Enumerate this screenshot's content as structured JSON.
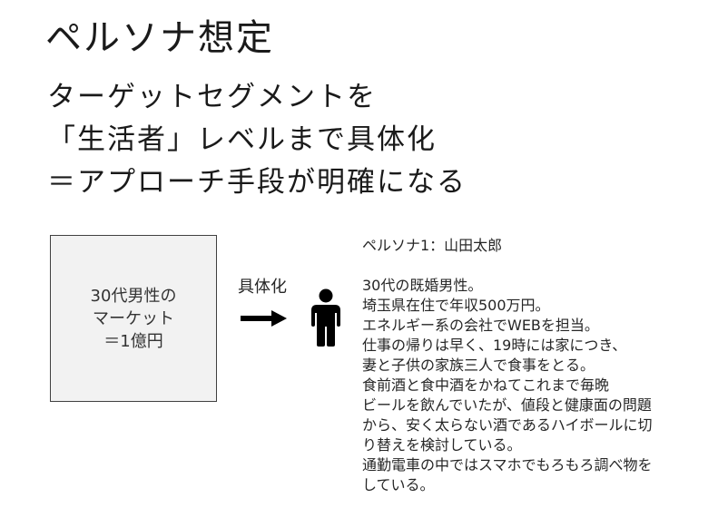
{
  "slide": {
    "title": "ペルソナ想定",
    "subtitle_lines": [
      "ターゲットセグメントを",
      "「生活者」レベルまで具体化",
      "＝アプローチ手段が明確になる"
    ]
  },
  "market_box": {
    "text": "30代男性の\nマーケット\n＝1億円"
  },
  "arrow": {
    "label": "具体化"
  },
  "persona": {
    "icon": "person-icon",
    "name": "ペルソナ1：山田太郎",
    "description_lines": [
      "30代の既婚男性。",
      "埼玉県在住で年収500万円。",
      "エネルギー系の会社でWEBを担当。",
      "仕事の帰りは早く、19時には家につき、",
      "妻と子供の家族三人で食事をとる。",
      "食前酒と食中酒をかねてこれまで毎晩",
      "ビールを飲んでいたが、値段と健康面の問題",
      "から、安く太らない酒であるハイボールに切",
      "り替えを検討している。",
      "通勤電車の中ではスマホでもろもろ調べ物を",
      "している。"
    ]
  }
}
